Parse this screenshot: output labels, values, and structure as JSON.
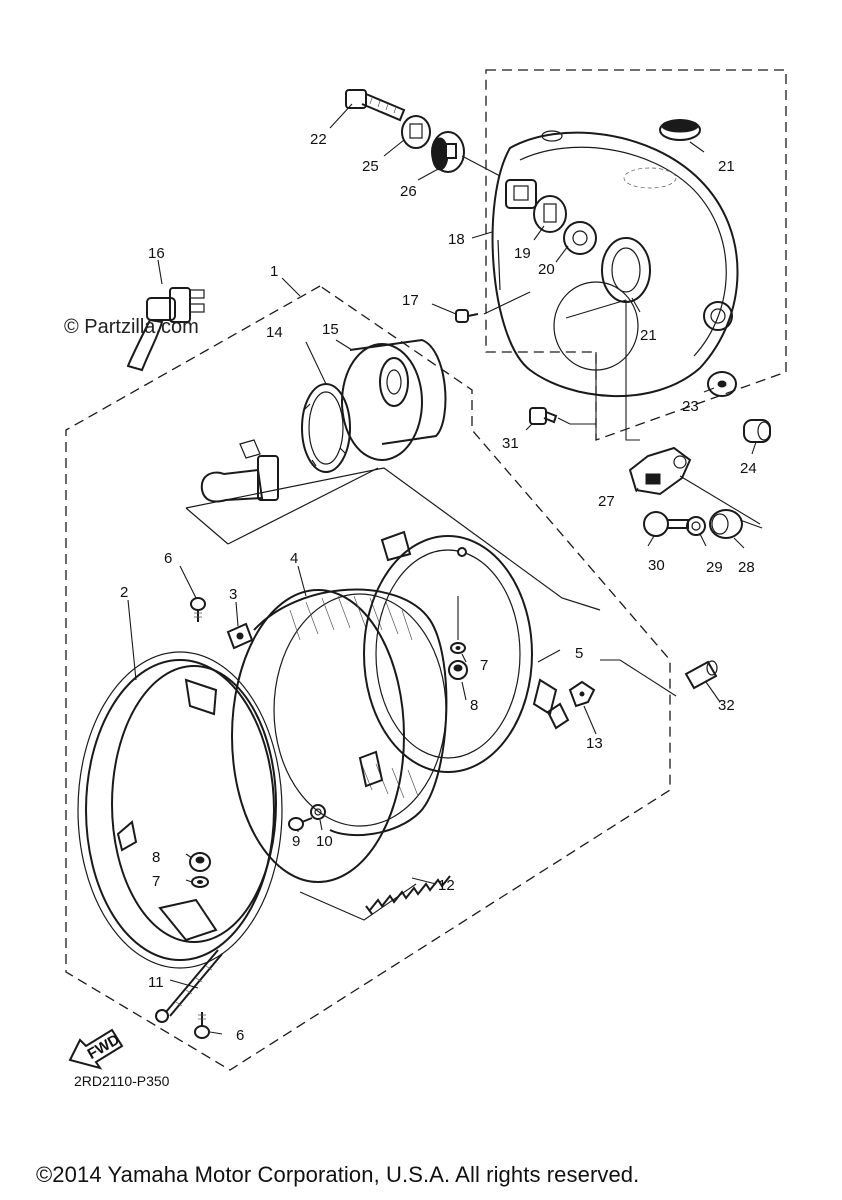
{
  "watermark": "© Partzilla.com",
  "diagram_code": "2RD2110-P350",
  "copyright": "©2014 Yamaha Motor Corporation, U.S.A. All rights reserved.",
  "fwd_label": "FWD",
  "callouts": {
    "c1": "1",
    "c2": "2",
    "c3": "3",
    "c4": "4",
    "c5": "5",
    "c6a": "6",
    "c6b": "6",
    "c7a": "7",
    "c7b": "7",
    "c8a": "8",
    "c8b": "8",
    "c9": "9",
    "c10": "10",
    "c11": "11",
    "c12": "12",
    "c13": "13",
    "c14": "14",
    "c15": "15",
    "c16": "16",
    "c17": "17",
    "c18": "18",
    "c19": "19",
    "c20": "20",
    "c21a": "21",
    "c21b": "21",
    "c22": "22",
    "c23": "23",
    "c24": "24",
    "c25": "25",
    "c26": "26",
    "c27": "27",
    "c28": "28",
    "c29": "29",
    "c30": "30",
    "c31": "31",
    "c32": "32"
  }
}
